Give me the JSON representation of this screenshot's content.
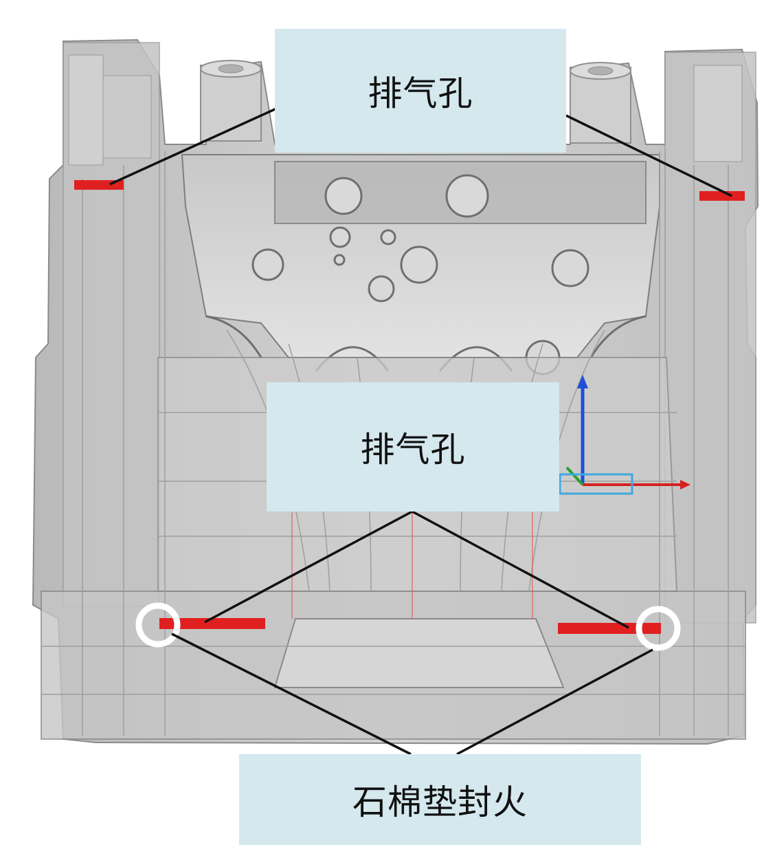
{
  "labels": {
    "vent_top": "排气孔",
    "vent_middle": "排气孔",
    "seal": "石棉垫封火"
  },
  "colors": {
    "label_background": "#d4e8ee",
    "vent_marker": "#e02020",
    "leader_line": "#111111",
    "seal_ring": "#ffffff",
    "axis_z": "#1f4fd8",
    "axis_x": "#d82020",
    "axis_y": "#2aa02a"
  }
}
